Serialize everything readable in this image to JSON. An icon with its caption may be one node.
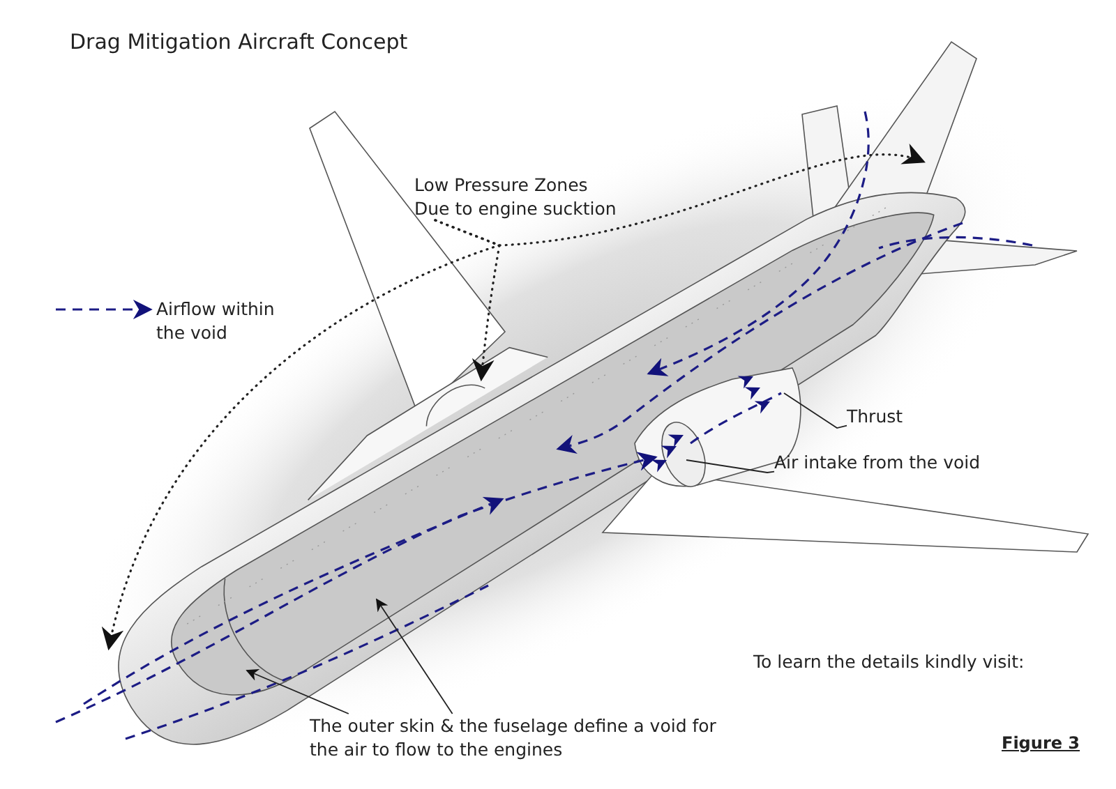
{
  "diagram": {
    "title": "Drag Mitigation Aircraft Concept",
    "nodes": [
      {
        "text": [
          "Low Pressure Zones Due to engine sucktion"
        ]
      },
      {
        "text": [
          "Thrust"
        ]
      },
      {
        "text": [
          "Air intake from the void"
        ]
      },
      {
        "text": [
          "The outer skin & the fuselage define a void for the air to flow to the engines"
        ]
      }
    ],
    "edges": [
      {
        "from": 0,
        "to": null,
        "arrow": "to",
        "style": "dashed"
      },
      {
        "from": 0,
        "to": null,
        "arrow": "to",
        "style": "dashed"
      },
      {
        "from": 0,
        "to": null,
        "arrow": "to",
        "style": "dashed"
      },
      {
        "from": 1,
        "to": null,
        "arrow": "none"
      },
      {
        "from": 2,
        "to": null,
        "arrow": "none"
      },
      {
        "from": 3,
        "to": null,
        "arrow": "to"
      },
      {
        "from": 3,
        "to": null,
        "arrow": "to"
      }
    ],
    "labels": [
      "To learn the details kindly visit:",
      "Figure 3"
    ],
    "legend": [
      {
        "text": "Airflow within the void"
      }
    ]
  }
}
